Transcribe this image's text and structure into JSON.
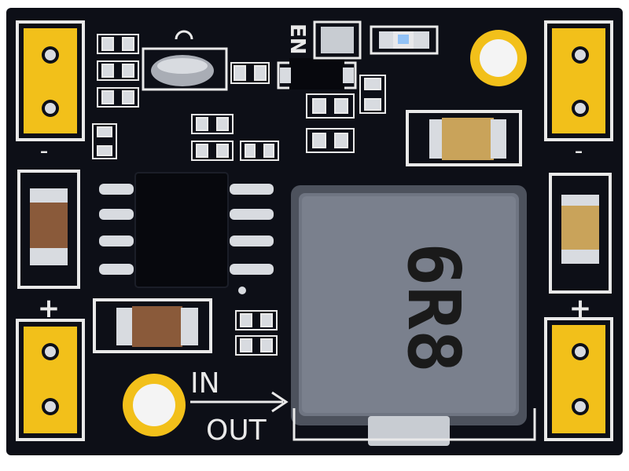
{
  "board": {
    "colors": {
      "pcb": "#0d0f17",
      "silkscreen": "#e9e9e9",
      "gold_pad": "#f2c01a",
      "pad_tin": "#d8dbe0",
      "inductor_top": "#6f7582",
      "inductor_rim": "#4d525d",
      "capacitor_tan": "#c9a35a",
      "capacitor_brown": "#8a5a3a"
    },
    "silkscreen": {
      "in_label": "IN",
      "out_label": "OUT",
      "en_label": "EN",
      "plus_left": "+",
      "plus_right": "+",
      "minus_left": "-",
      "minus_right": "-"
    },
    "inductor": {
      "marking": "6R8"
    },
    "components": {
      "ic": "SOP-8 regulator",
      "led": "SMD LED",
      "diode": "diode"
    }
  }
}
